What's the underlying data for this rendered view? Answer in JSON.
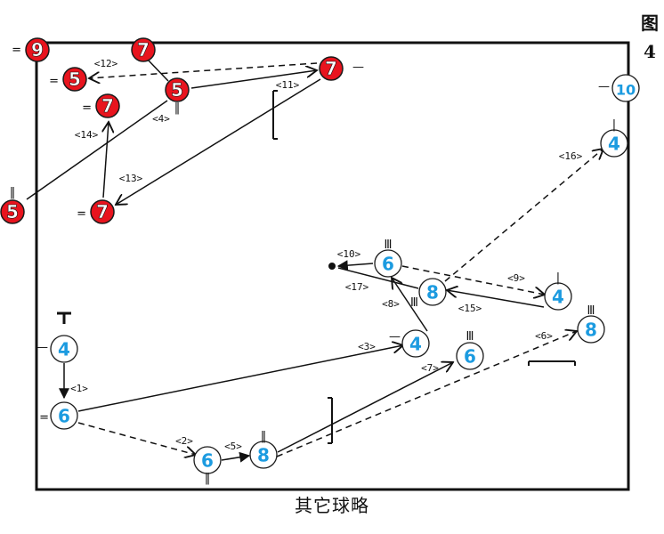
{
  "figure_label": {
    "line1": "图",
    "line2": "4"
  },
  "caption": "其它球略",
  "colors": {
    "red_fill": "#e8141e",
    "red_stroke": "#1a1a1a",
    "blue_text": "#1c9be0",
    "blue_stroke": "#1a1a1a",
    "line": "#111111"
  },
  "balls": [
    {
      "team": "red",
      "num": "9",
      "mark": "="
    },
    {
      "team": "red",
      "num": "7",
      "mark": ""
    },
    {
      "team": "red",
      "num": "5",
      "mark": "="
    },
    {
      "team": "red",
      "num": "7",
      "mark": "—"
    },
    {
      "team": "red",
      "num": "5",
      "mark": "‖"
    },
    {
      "team": "red",
      "num": "7",
      "mark": "="
    },
    {
      "team": "red",
      "num": "5",
      "mark": "‖"
    },
    {
      "team": "red",
      "num": "7",
      "mark": "="
    },
    {
      "team": "blue",
      "num": "10",
      "mark": "—"
    },
    {
      "team": "blue",
      "num": "4",
      "mark": "|"
    },
    {
      "team": "blue",
      "num": "6",
      "mark": "Ⅲ"
    },
    {
      "team": "blue",
      "num": "8",
      "mark": "Ⅲ"
    },
    {
      "team": "blue",
      "num": "4",
      "mark": "|"
    },
    {
      "team": "blue",
      "num": "8",
      "mark": "Ⅲ"
    },
    {
      "team": "blue",
      "num": "4",
      "mark": "—"
    },
    {
      "team": "blue",
      "num": "6",
      "mark": "Ⅲ"
    },
    {
      "team": "blue",
      "num": "4",
      "mark": "—"
    },
    {
      "team": "blue",
      "num": "6",
      "mark": "="
    },
    {
      "team": "blue",
      "num": "6",
      "mark": "‖"
    },
    {
      "team": "blue",
      "num": "8",
      "mark": "‖"
    }
  ],
  "shot_labels": [
    "<1>",
    "<2>",
    "<3>",
    "<4>",
    "<5>",
    "<6>",
    "<7>",
    "<8>",
    "<9>",
    "<10>",
    "<11>",
    "<12>",
    "<13>",
    "<14>",
    "<15>",
    "<16>",
    "<17>"
  ],
  "cue_marker": "T"
}
